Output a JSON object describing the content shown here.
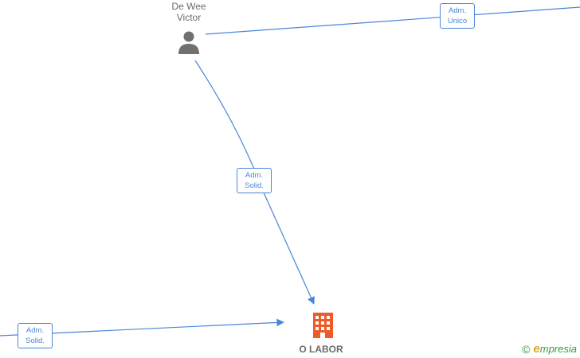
{
  "nodes": {
    "person": {
      "name_line1": "De Wee",
      "name_line2": "Victor",
      "icon": "person-icon"
    },
    "company": {
      "name": "O LABOR",
      "icon": "building-icon"
    }
  },
  "edges": [
    {
      "id": "person-to-right",
      "label_line1": "Adm.",
      "label_line2": "Unico"
    },
    {
      "id": "person-to-company",
      "label_line1": "Adm.",
      "label_line2": "Solid."
    },
    {
      "id": "left-to-company",
      "label_line1": "Adm.",
      "label_line2": "Solid."
    }
  ],
  "brand": {
    "copyright": "©",
    "e": "e",
    "rest": "mpresia"
  },
  "colors": {
    "edge": "#4a86d8",
    "person": "#707070",
    "company": "#f05a28"
  }
}
